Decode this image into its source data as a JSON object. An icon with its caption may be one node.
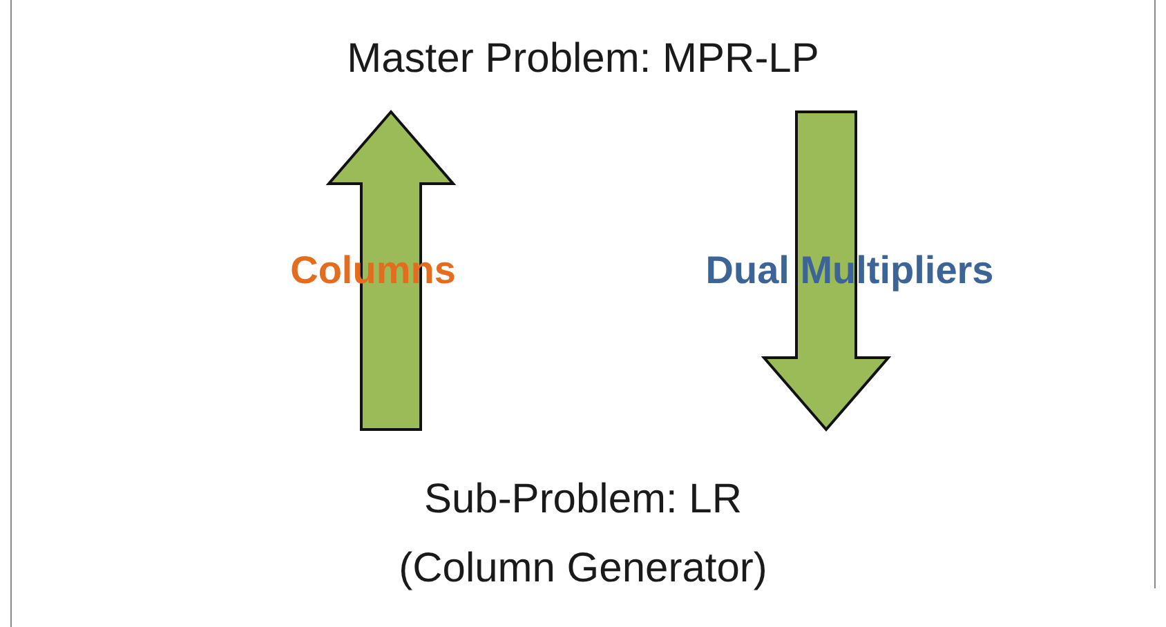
{
  "diagram": {
    "nodes": [
      {
        "text": [
          "Master Problem: MPR-LP"
        ]
      },
      {
        "text": [
          "Sub-Problem: LR",
          "(Column Generator)"
        ]
      }
    ],
    "edges": [
      {
        "from": 1,
        "to": 0,
        "arrow": "to",
        "label": "Columns"
      },
      {
        "from": 0,
        "to": 1,
        "arrow": "to",
        "label": "Dual Multipliers"
      }
    ]
  }
}
